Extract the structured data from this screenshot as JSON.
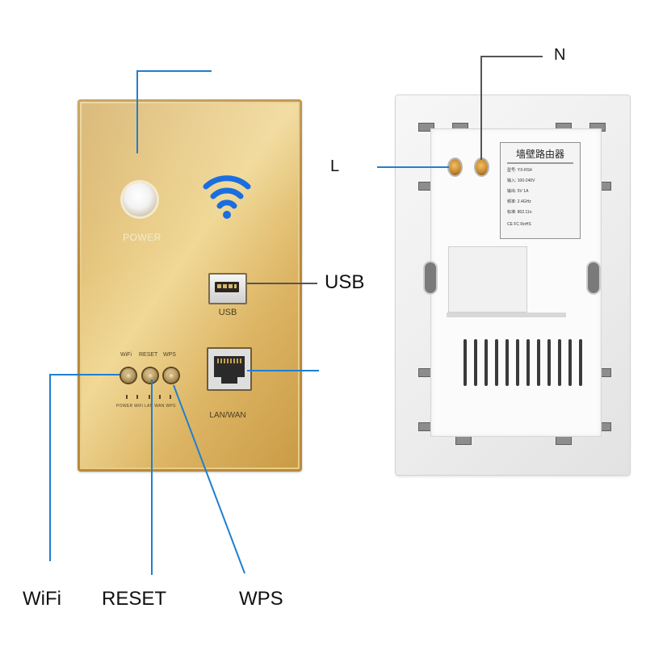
{
  "front_panel": {
    "power_label": "POWER",
    "usb_port_label": "USB",
    "lan_port_label": "LAN/WAN",
    "button_labels": [
      "WiFi",
      "RESET",
      "WPS"
    ],
    "led_labels": "POWER WiFi LAN WAN WPS",
    "colors": {
      "panel": "#dcb463",
      "wifi_icon": "#1a6ee0"
    }
  },
  "back_panel": {
    "spec_title": "墙壁路由器",
    "spec_rows": [
      "型号: YX-RS4",
      "输入: 100-240V",
      "输出: 5V 1A",
      "频率: 2.4GHz",
      "标准: 802.11n",
      "CE  FC  RoHS"
    ]
  },
  "callouts": {
    "usb": "USB",
    "wifi": "WiFi",
    "reset": "RESET",
    "wps": "WPS",
    "neutral": "N",
    "live": "L"
  }
}
